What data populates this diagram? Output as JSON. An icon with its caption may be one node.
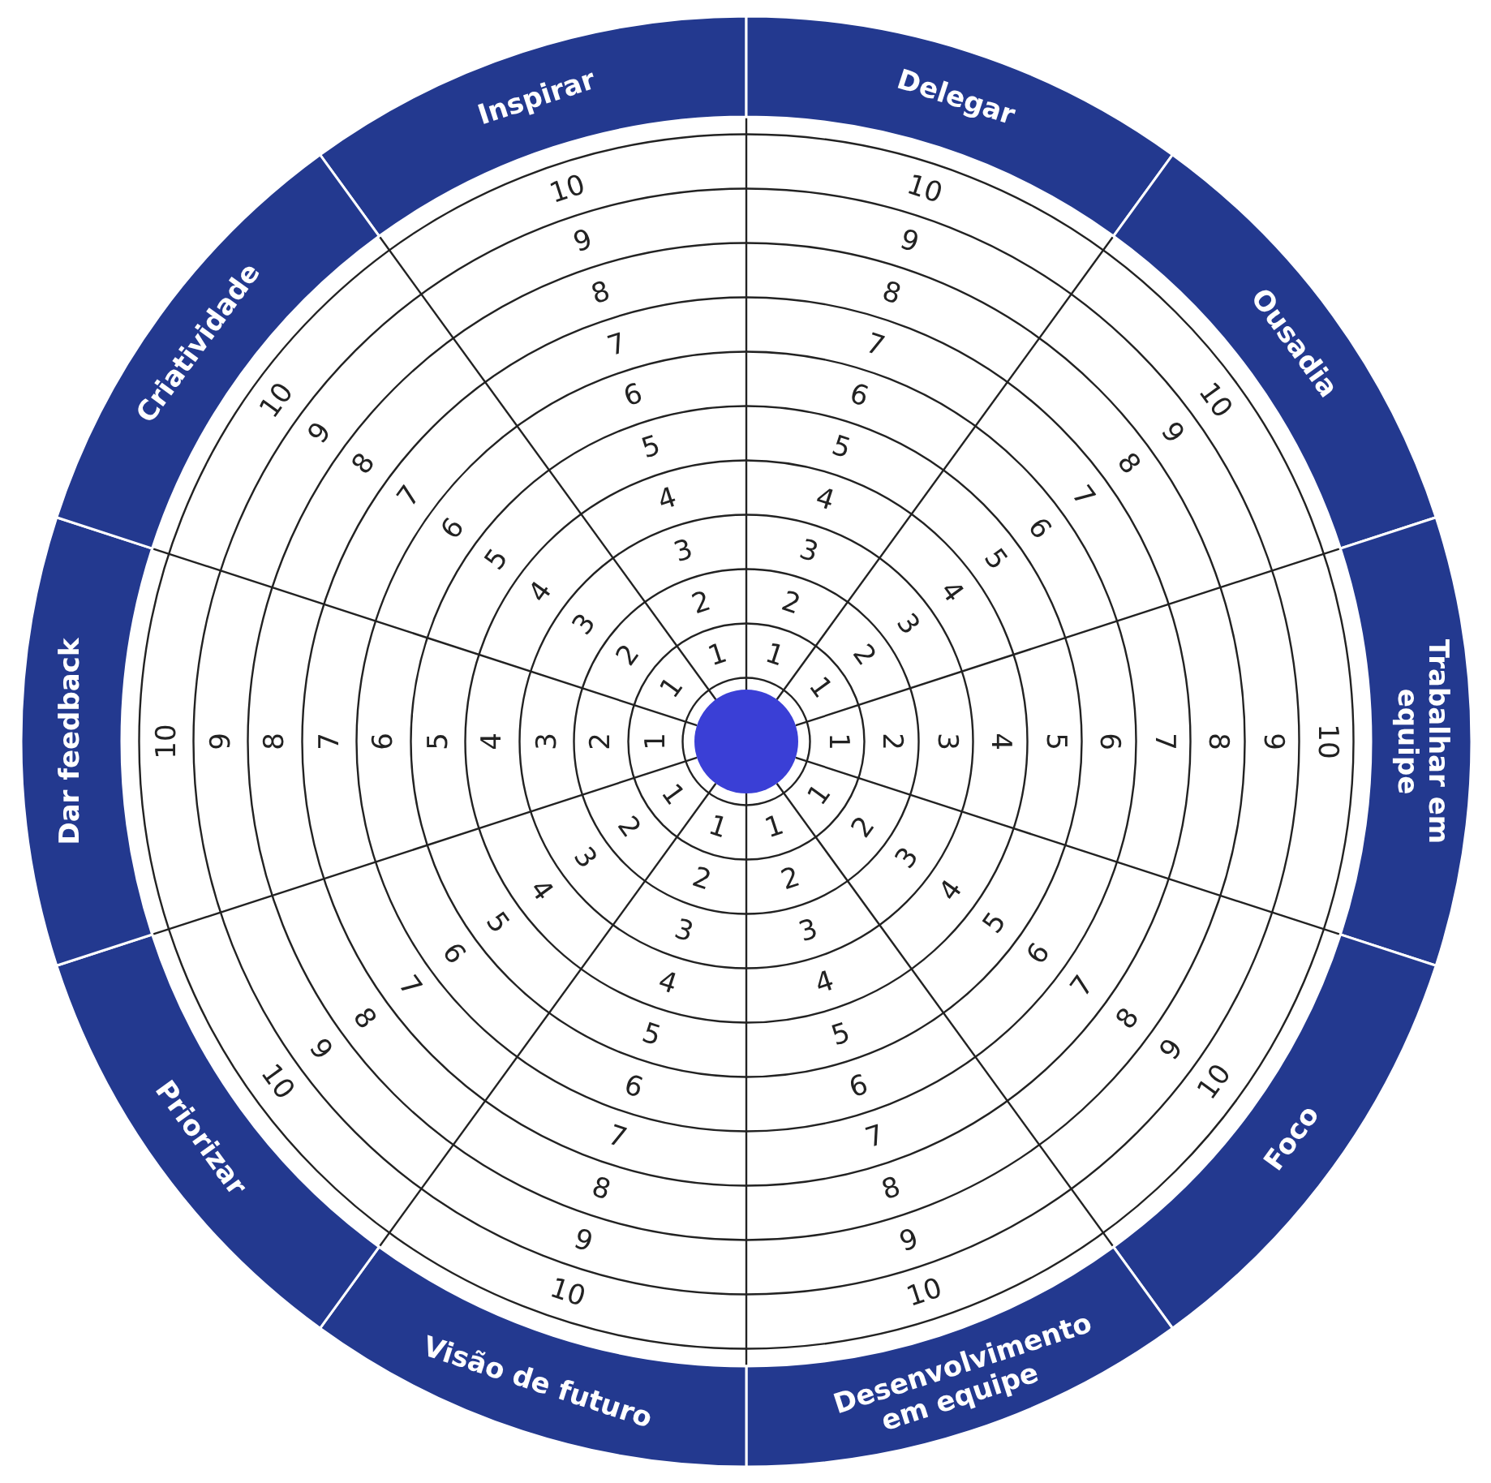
{
  "diagram": {
    "nodes": [
      {
        "text": [
          "Inspirar"
        ]
      },
      {
        "text": [
          "Delegar"
        ]
      },
      {
        "text": [
          "Ousadia"
        ]
      },
      {
        "text": [
          "Trabalhar em equipe"
        ]
      },
      {
        "text": [
          "Foco"
        ]
      },
      {
        "text": [
          "Desenvolvimento em equipe"
        ]
      },
      {
        "text": [
          "Visão de futuro"
        ]
      },
      {
        "text": [
          "Priorizar"
        ]
      },
      {
        "text": [
          "Dar feedback"
        ]
      },
      {
        "text": [
          "Criatividade"
        ]
      },
      {
        "text": [],
        "shape": "circle"
      }
    ],
    "edges": [],
    "labels": [
      "1",
      "2",
      "3",
      "4",
      "5",
      "6",
      "7",
      "8",
      "9",
      "10",
      "1",
      "2",
      "3",
      "4",
      "5",
      "6",
      "7",
      "8",
      "9",
      "10",
      "1",
      "2",
      "3",
      "4",
      "5",
      "6",
      "7",
      "8",
      "9",
      "10",
      "1",
      "2",
      "3",
      "4",
      "5",
      "6",
      "7",
      "8",
      "9",
      "10",
      "1",
      "2",
      "3",
      "4",
      "5",
      "6",
      "7",
      "8",
      "9",
      "10",
      "1",
      "2",
      "3",
      "4",
      "5",
      "6",
      "7",
      "8",
      "9",
      "10",
      "1",
      "2",
      "3",
      "4",
      "5",
      "6",
      "7",
      "8",
      "9",
      "10",
      "1",
      "2",
      "3",
      "4",
      "5",
      "6",
      "7",
      "8",
      "9",
      "10",
      "1",
      "2",
      "3",
      "4",
      "5",
      "6",
      "7",
      "8",
      "9",
      "10",
      "1",
      "2",
      "3",
      "4",
      "5",
      "6",
      "7",
      "8",
      "9",
      "10"
    ]
  }
}
